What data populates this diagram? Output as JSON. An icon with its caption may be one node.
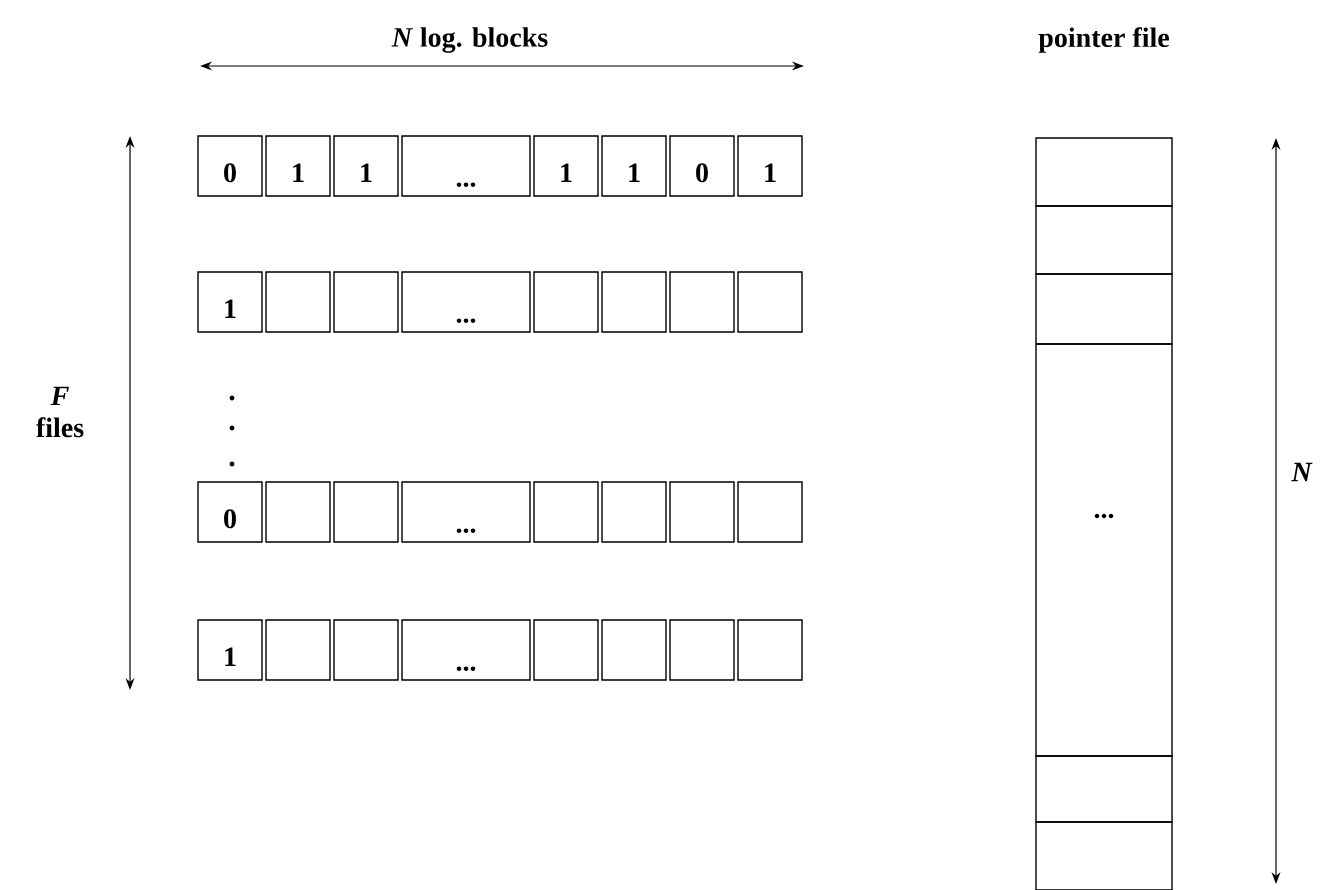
{
  "diagram": {
    "labels": [
      "*N* log. blocks",
      "pointer file",
      "0",
      "1",
      "1",
      "...",
      "1",
      "1",
      "0",
      "1",
      "1",
      "...",
      "*F* files",
      "0",
      "...",
      "1",
      "...",
      "...",
      "*N*"
    ]
  }
}
